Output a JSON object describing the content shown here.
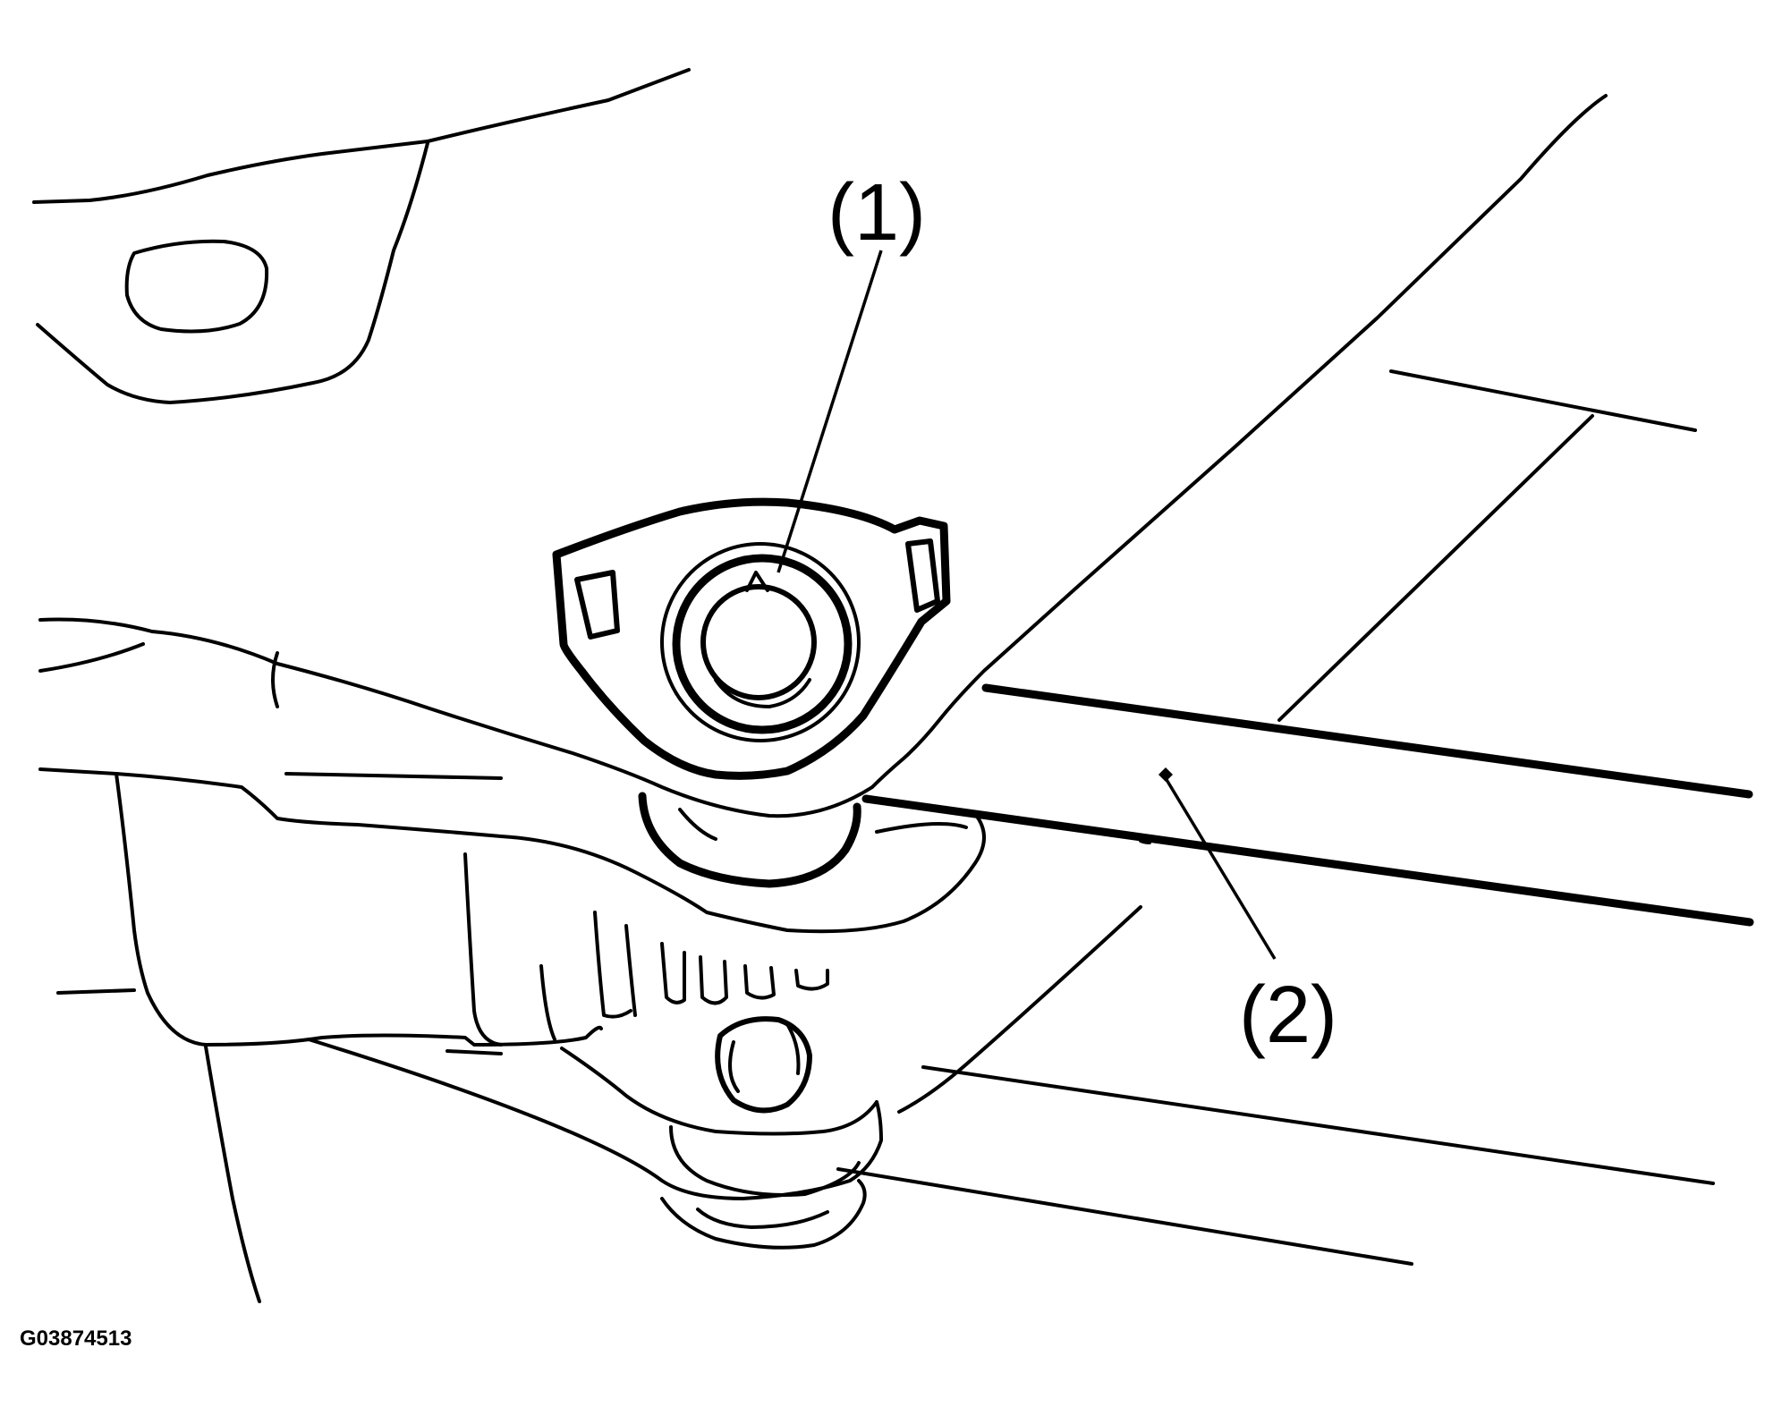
{
  "figure": {
    "callouts": [
      {
        "id": "1",
        "label": "(1)"
      },
      {
        "id": "2",
        "label": "(2)"
      }
    ],
    "figure_id": "G03874513",
    "line_color": "#000000",
    "background": "#ffffff"
  }
}
